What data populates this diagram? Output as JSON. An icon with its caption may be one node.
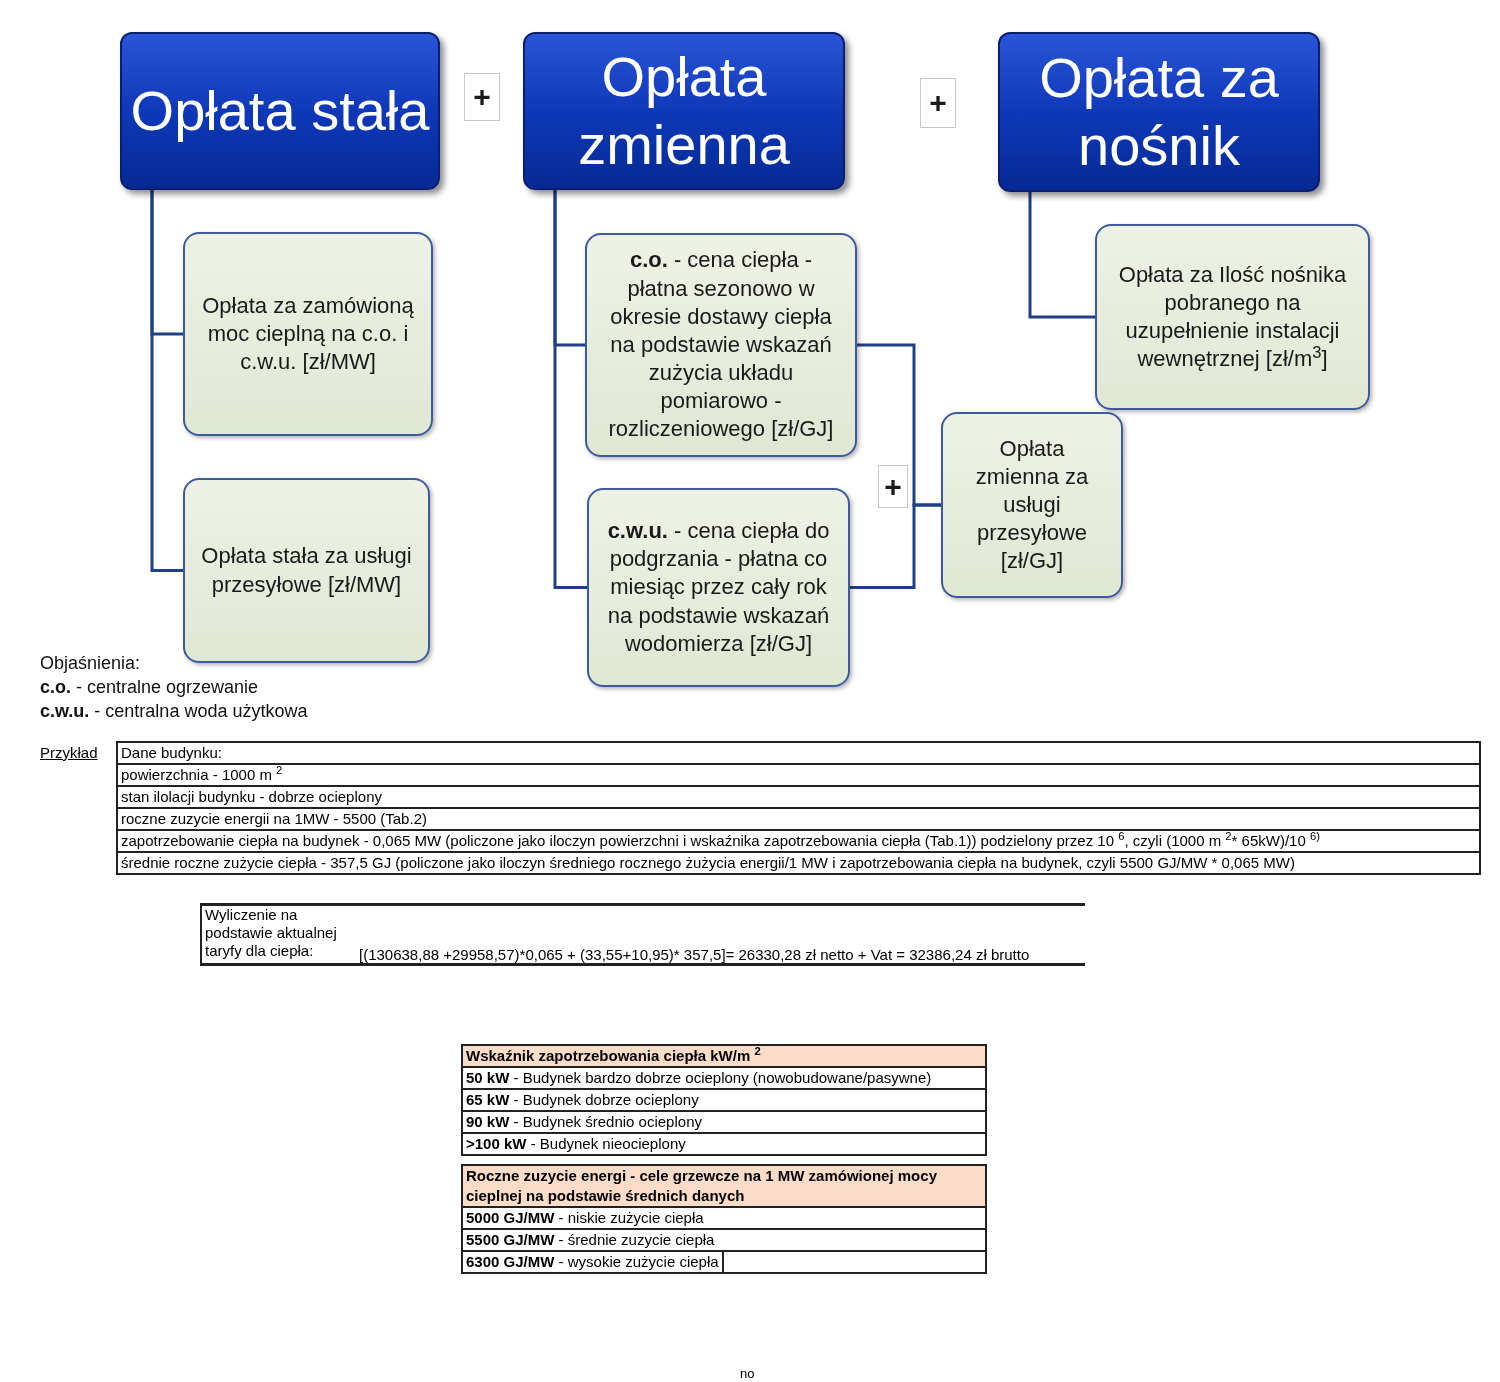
{
  "diagram": {
    "nodes": [
      {
        "text": [
          "Opłata stała"
        ]
      },
      {
        "text": [
          "+"
        ]
      },
      {
        "text": [
          "Opłata zmienna"
        ]
      },
      {
        "text": [
          "+"
        ]
      },
      {
        "text": [
          "Opłata za nośnik"
        ]
      },
      {
        "text": [
          "Opłata za zamówioną moc cieplną na c.o. i c.w.u. [zł/MW]"
        ]
      },
      {
        "text": [
          "**c.o.** - cena ciepła - płatna sezonowo w okresie dostawy ciepła na podstawie wskazań zużycia układu pomiarowo - rozliczeniowego [zł/GJ]"
        ]
      },
      {
        "text": [
          "Opłata za Ilość nośnika pobranego na uzupełnienie instalacji wewnętrznej [zł/m$^{3}$]"
        ]
      },
      {
        "text": [
          "+"
        ]
      },
      {
        "text": [
          "Opłata zmienna za usługi przesyłowe [zł/GJ]"
        ]
      },
      {
        "text": [
          "Opłata stała za usługi przesyłowe [zł/MW]"
        ]
      },
      {
        "text": [
          "**c.w.u.** - cena ciepła do podgrzania - płatna co miesiąc przez cały rok na podstawie wskazań wodomierza [zł/GJ]"
        ]
      }
    ],
    "edges": [
      {
        "from": 0,
        "to": 5,
        "arrow": "none"
      },
      {
        "from": 0,
        "to": 10,
        "arrow": "none"
      },
      {
        "from": 2,
        "to": 6,
        "arrow": "none"
      },
      {
        "from": 2,
        "to": 11,
        "arrow": "none"
      },
      {
        "from": 4,
        "to": 7,
        "arrow": "none"
      },
      {
        "from": 6,
        "to": 9,
        "arrow": "none"
      },
      {
        "from": 11,
        "to": 9,
        "arrow": "none"
      }
    ],
    "labels": [
      "Objaśnienia:",
      "**c.o.** - centralne ogrzewanie",
      "**c.w.u.** - centralna woda użytkowa",
      "Przykład",
      "Dane budynku:",
      "powierzchnia - 1000 m $^{2}$",
      "stan ilolacji budynku - dobrze ocieplony",
      "roczne zuzycie energii na 1MW - 5500 (Tab.2)",
      "zapotrzebowanie ciepła na budynek - 0,065 MW (policzone jako iloczyn powierzchni i wskaźnika zapotrzebowania ciepła (Tab.1)) podzielony przez 10 $^{6}$, czyli (1000 m $^{2}$* 65kW)/10 $^{6)}$",
      "średnie roczne zużycie ciepła - 357,5 GJ (policzone jako iloczyn średniego rocznego żużycia energii/1 MW i zapotrzebowania ciepła na budynek, czyli 5500 GJ/MW * 0,065 MW)",
      "Wyliczenie na podstawie aktualnej taryfy dla ciepła:",
      "[(130638,88 +29958,57)*0,065 + (33,55+10,95)* 357,5]= 26330,28 zł netto + Vat = 32386,24 zł brutto",
      "Wskaźnik zapotrzebowania ciepła kW/m $^{2}$",
      "**50 kW** - Budynek bardzo dobrze ocieplony (nowobudowane/pasywne)",
      "**65 kW** - Budynek dobrze ocieplony",
      "**90 kW** - Budynek średnio ocieplony",
      "**>100 kW** - Budynek nieocieplony",
      "Roczne zuzycie energi - cele grzewcze na 1 MW zamówionej mocy cieplnej na podstawie średnich danych",
      "**5000 GJ/MW** - niskie zużycie ciepła",
      "**5500 GJ/MW** - średnie zuzycie ciepła",
      "**6300 GJ/MW** - wysokie zużycie ciepła",
      "no"
    ]
  }
}
